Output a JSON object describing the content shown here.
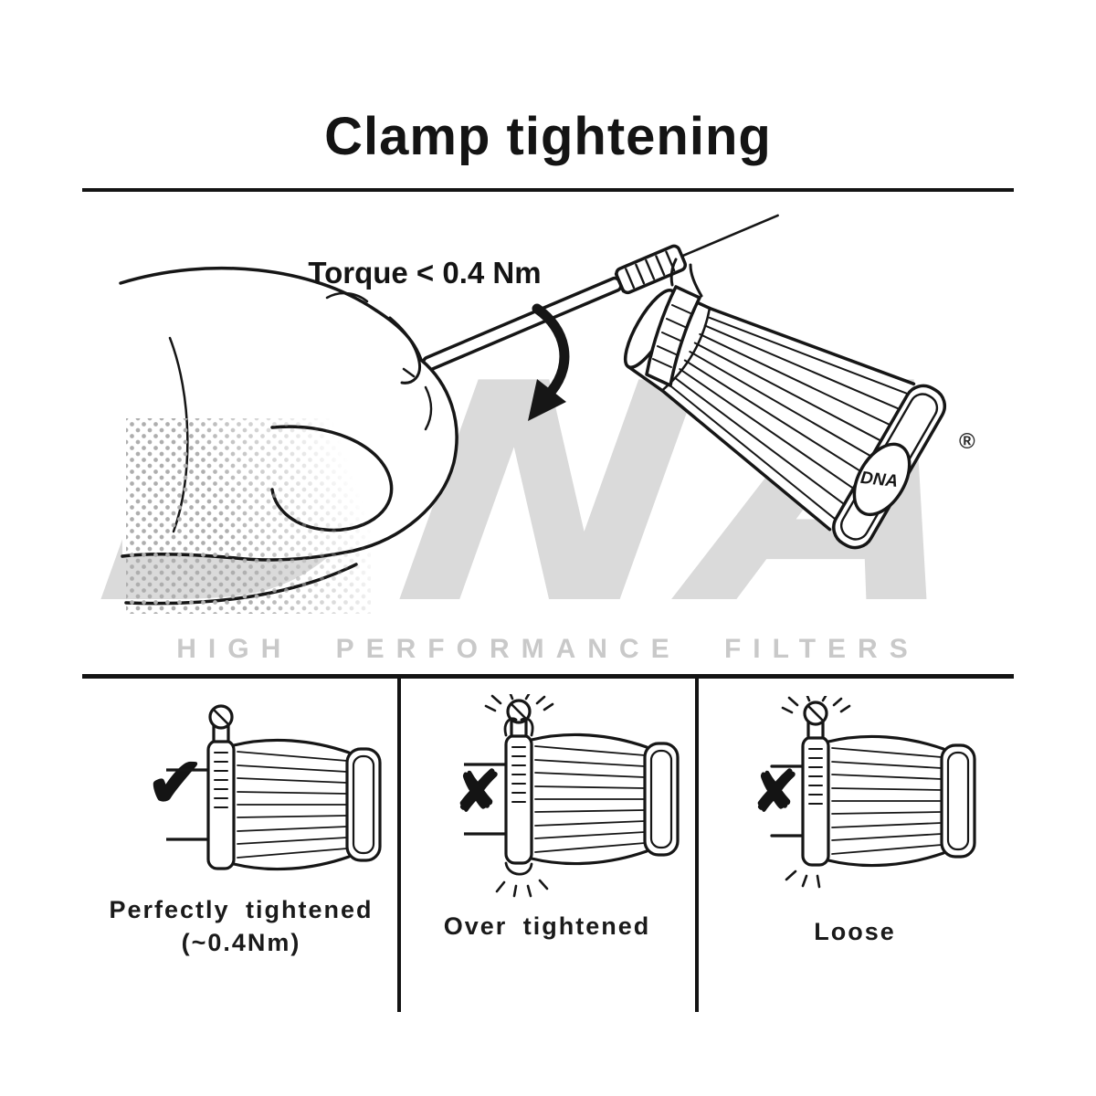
{
  "title": "Clamp tightening",
  "illustration": {
    "torque_label": "Torque < 0.4 Nm",
    "cap_logo": "DNA",
    "registered_mark": "®"
  },
  "watermark": {
    "logo": "DNA",
    "tagline": "HIGH PERFORMANCE FILTERS"
  },
  "panels": [
    {
      "mark": "✔",
      "caption_line1": "Perfectly tightened",
      "caption_line2": "(~0.4Nm)"
    },
    {
      "mark": "✘",
      "caption_line1": "Over tightened"
    },
    {
      "mark": "✘",
      "caption_line1": "Loose"
    }
  ],
  "colors": {
    "ink": "#161616",
    "watermark_gray": "#dadada"
  }
}
